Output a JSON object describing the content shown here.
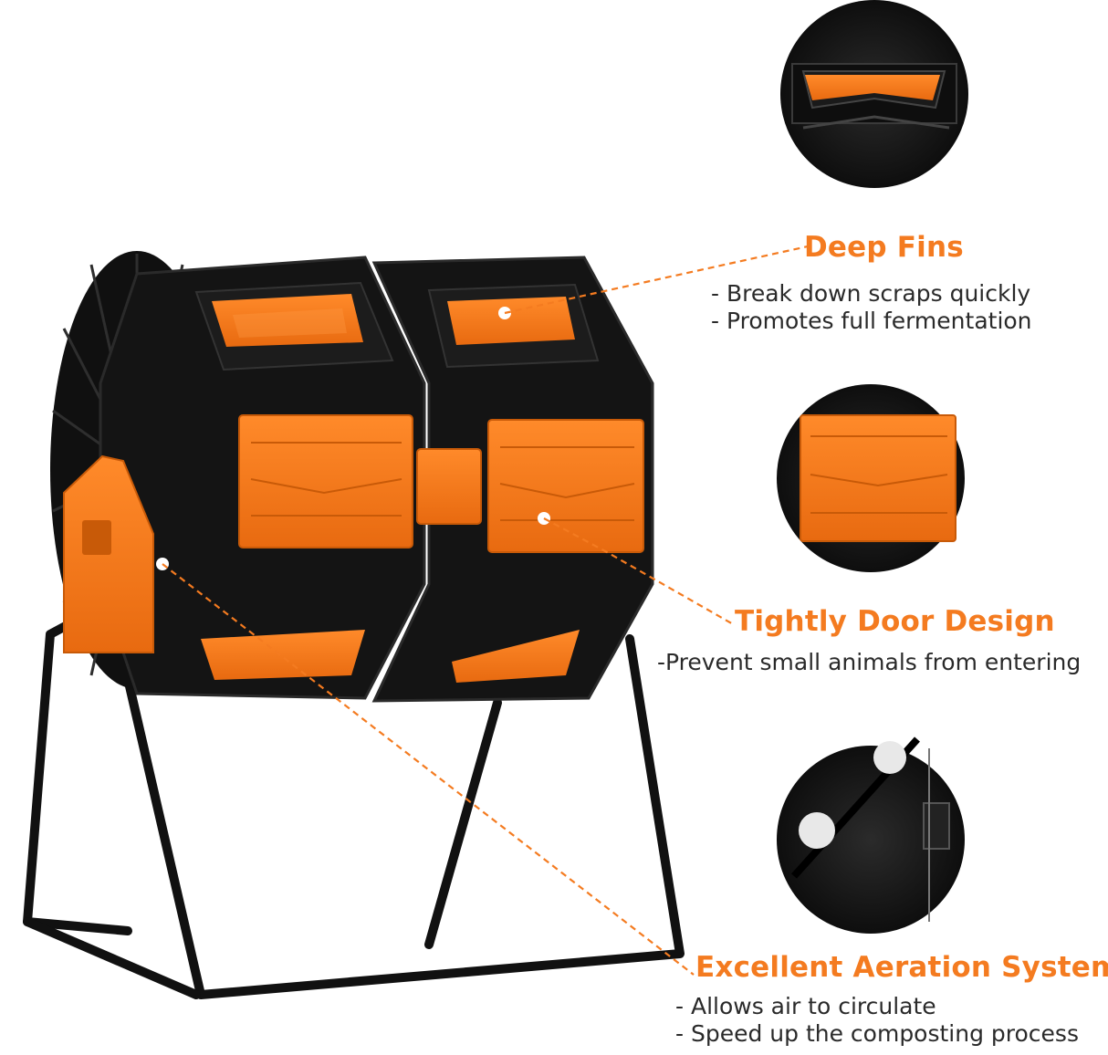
{
  "colors": {
    "accent": "#f47b20",
    "body": "#141414",
    "text": "#2a2a2a"
  },
  "features": [
    {
      "title": "Deep Fins",
      "lines": [
        "- Break down scraps quickly",
        "- Promotes full fermentation"
      ],
      "icon": "deep-fins-closeup"
    },
    {
      "title": "Tightly Door Design",
      "lines": [
        "-Prevent small animals from entering"
      ],
      "icon": "door-closeup"
    },
    {
      "title": "Excellent Aeration System",
      "lines": [
        "- Allows air to circulate",
        "- Speed up the composting process"
      ],
      "icon": "aeration-closeup"
    }
  ]
}
